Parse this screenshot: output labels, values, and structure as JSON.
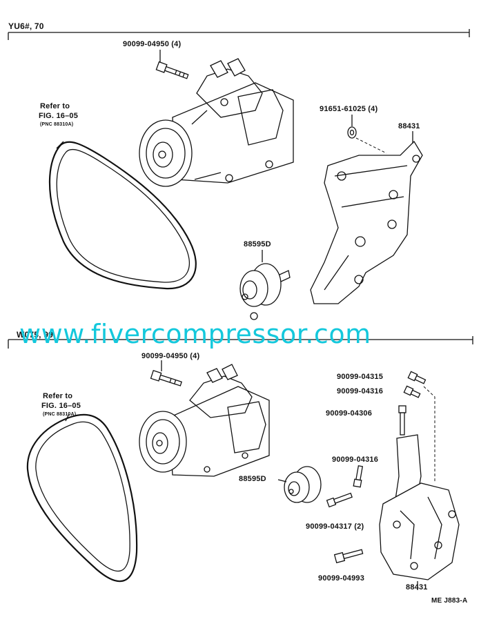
{
  "sections": [
    {
      "header": "YU6#, 70",
      "callouts": {
        "bolt": "90099-04950 (4)",
        "belt_ref_1": "Refer to",
        "belt_ref_2": "FIG. 16–05",
        "belt_ref_3": "(PNC 88310A)",
        "nut": "91651-61025 (4)",
        "bracket": "88431",
        "idler": "88595D"
      }
    },
    {
      "header": "W075, 99",
      "callouts": {
        "bolt": "90099-04950 (4)",
        "belt_ref_1": "Refer to",
        "belt_ref_2": "FIG. 16–05",
        "belt_ref_3": "(PNC 88310A)",
        "bolt_a": "90099-04315",
        "bolt_b": "90099-04316",
        "bolt_c": "90099-04306",
        "bolt_d": "90099-04316",
        "idler": "88595D",
        "bolt_e": "90099-04317 (2)",
        "bolt_f": "90099-04993",
        "bracket": "88431"
      }
    }
  ],
  "watermark": "www.fivercompressor.com",
  "drawing_code": "ME J883-A"
}
